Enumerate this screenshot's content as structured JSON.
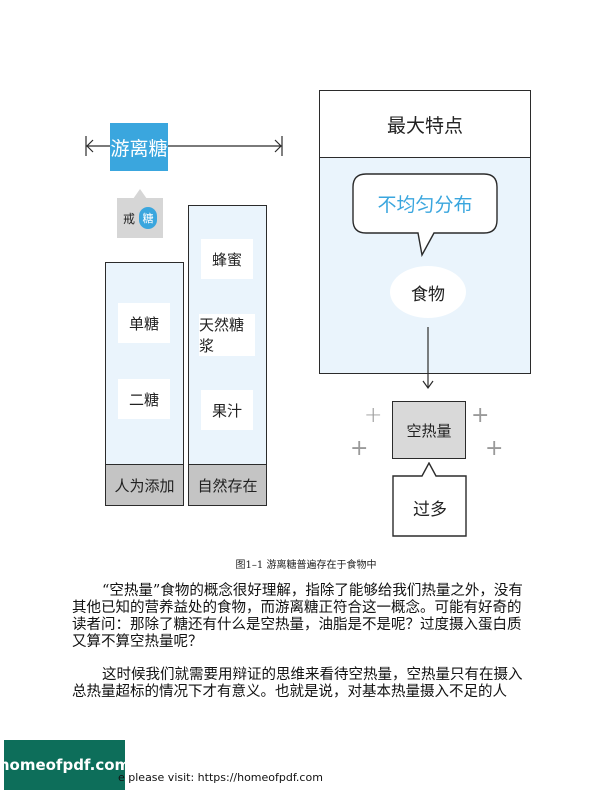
{
  "figure": {
    "banner_label": "游离糖",
    "quit_label_left": "戒",
    "quit_label_right": "糖",
    "left_column": {
      "items": [
        "单糖",
        "二糖"
      ],
      "footer": "人为添加"
    },
    "middle_column": {
      "items": [
        "蜂蜜",
        "天然糖浆",
        "果汁"
      ],
      "footer": "自然存在"
    },
    "right_panel": {
      "title": "最大特点",
      "bubble_text": "不均匀分布",
      "oval_text": "食物",
      "empty_calorie_label": "空热量",
      "excess_label": "过多",
      "plus_sign": "+"
    },
    "caption": "图1–1 游离糖普遍存在于食物中"
  },
  "body": {
    "paragraph1": "“空热量”食物的概念很好理解，指除了能够给我们热量之外，没有\n其他已知的营养益处的食物，而游离糖正符合这一概念。可能有好奇的\n读者问：那除了糖还有什么是空热量，油脂是不是呢？过度摄入蛋白质\n又算不算空热量呢？",
    "paragraph2": "这时候我们就需要用辩证的思维来看待空热量，空热量只有在摄入\n总热量超标的情况下才有意义。也就是说，对基本热量摄入不足的人"
  },
  "watermark": {
    "logo_text": "homeofpdf.com",
    "visit_text": "e please visit: https://homeofpdf.com"
  },
  "colors": {
    "accent_blue": "#3aa6de",
    "panel_light": "#eaf4fc",
    "footer_gray": "#c4c4c4",
    "logo_green": "#0d6e5a"
  }
}
